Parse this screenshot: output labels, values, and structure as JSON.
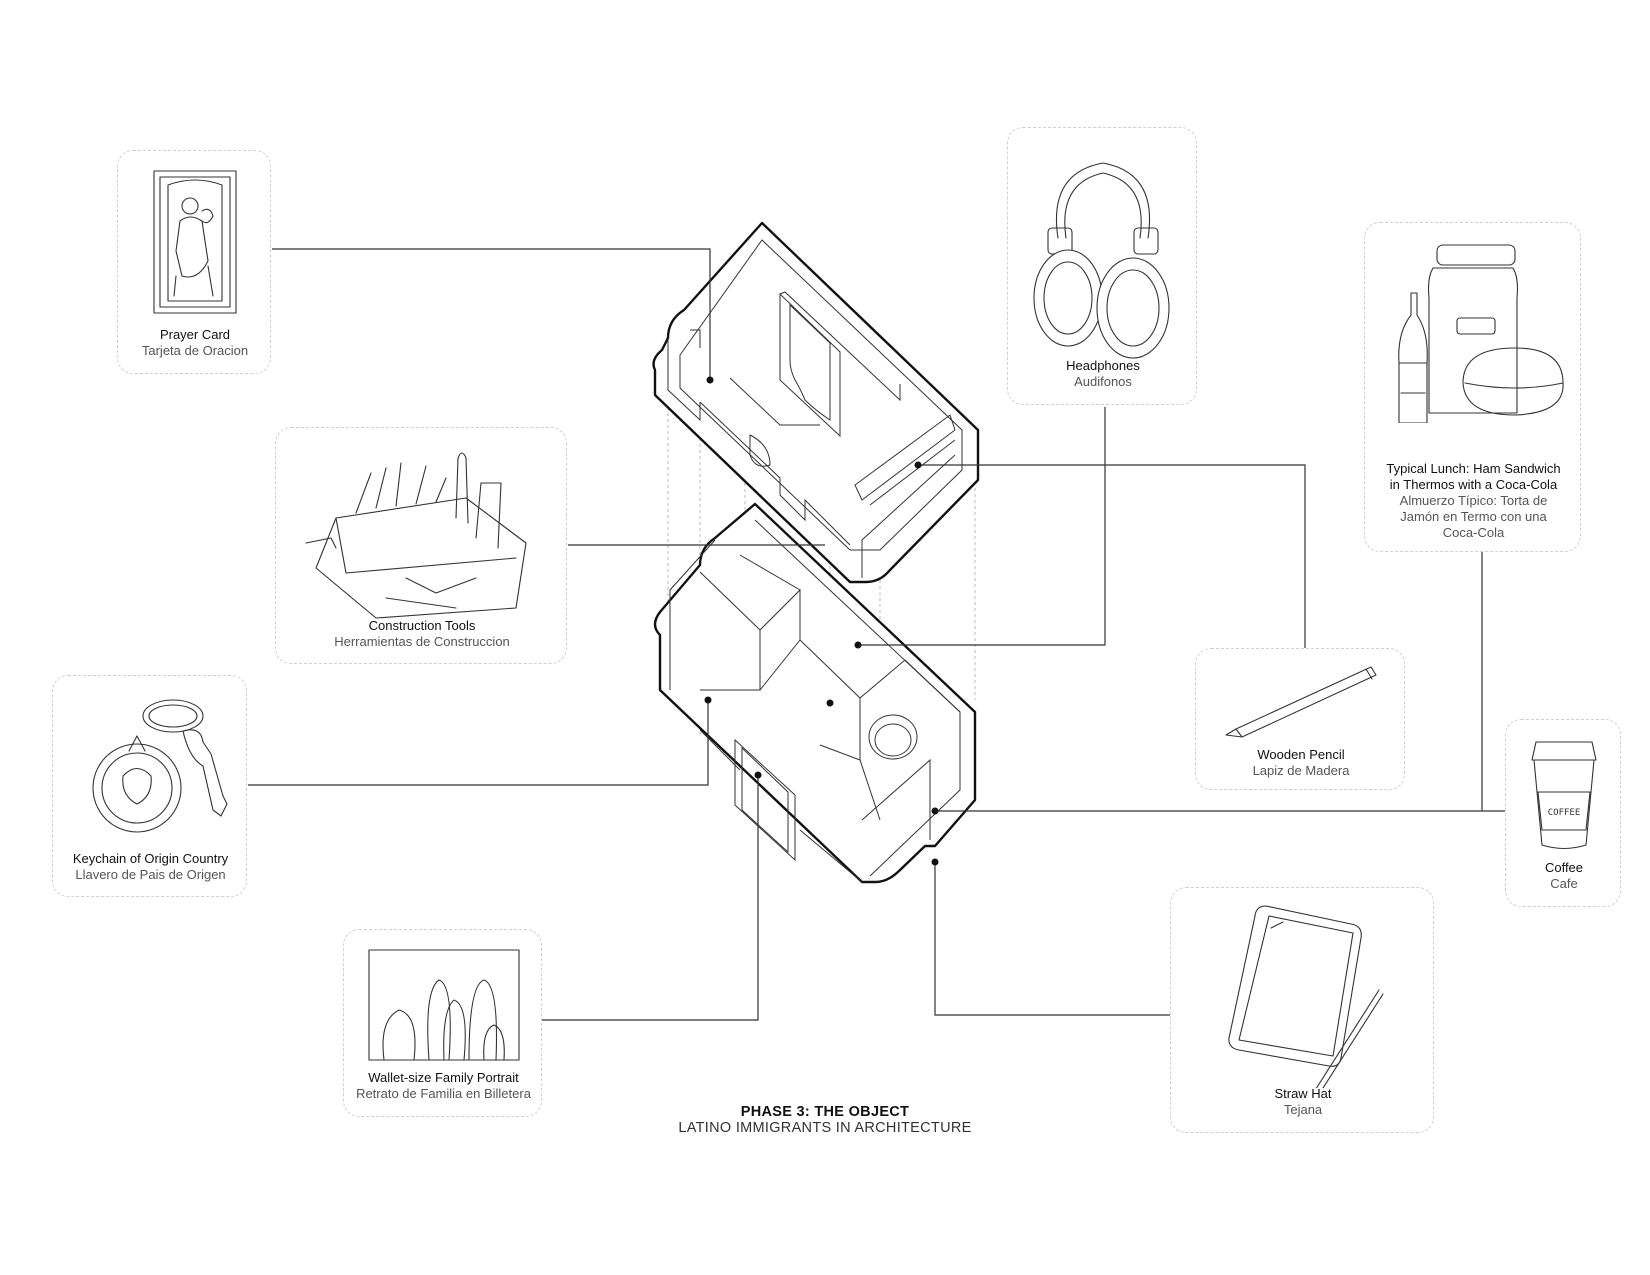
{
  "title": {
    "main": "PHASE 3: THE OBJECT",
    "sub": "LATINO IMMIGRANTS IN ARCHITECTURE"
  },
  "items": {
    "prayer_card": {
      "en": "Prayer Card",
      "es": "Tarjeta de Oracion",
      "icon": "prayer-card-icon"
    },
    "construction_tools": {
      "en": "Construction Tools",
      "es": "Herramientas de Construccion",
      "icon": "tools-icon"
    },
    "keychain": {
      "en": "Keychain of Origin Country",
      "es": "Llavero de Pais de Origen",
      "icon": "keychain-icon"
    },
    "family_portrait": {
      "en": "Wallet-size Family Portrait",
      "es": "Retrato de Familia en Billetera",
      "icon": "portrait-icon"
    },
    "headphones": {
      "en": "Headphones",
      "es": "Audifonos",
      "icon": "headphones-icon"
    },
    "lunch": {
      "en": [
        "Typical Lunch: Ham Sandwich",
        "in Thermos with a Coca-Cola"
      ],
      "es": [
        "Almuerzo Típico: Torta de",
        "Jamón en Termo con una",
        "Coca-Cola"
      ],
      "icon": "lunch-icon"
    },
    "pencil": {
      "en": "Wooden Pencil",
      "es": "Lapiz de Madera",
      "icon": "pencil-icon"
    },
    "coffee": {
      "en": "Coffee",
      "es": "Cafe",
      "icon": "coffee-cup-icon",
      "cup_text": "COFFEE"
    },
    "straw_hat": {
      "en": "Straw Hat",
      "es": "Tejana",
      "icon": "tablet-icon"
    }
  },
  "colors": {
    "line": "#333333",
    "card_border": "#cfcfcf",
    "background": "#ffffff"
  }
}
